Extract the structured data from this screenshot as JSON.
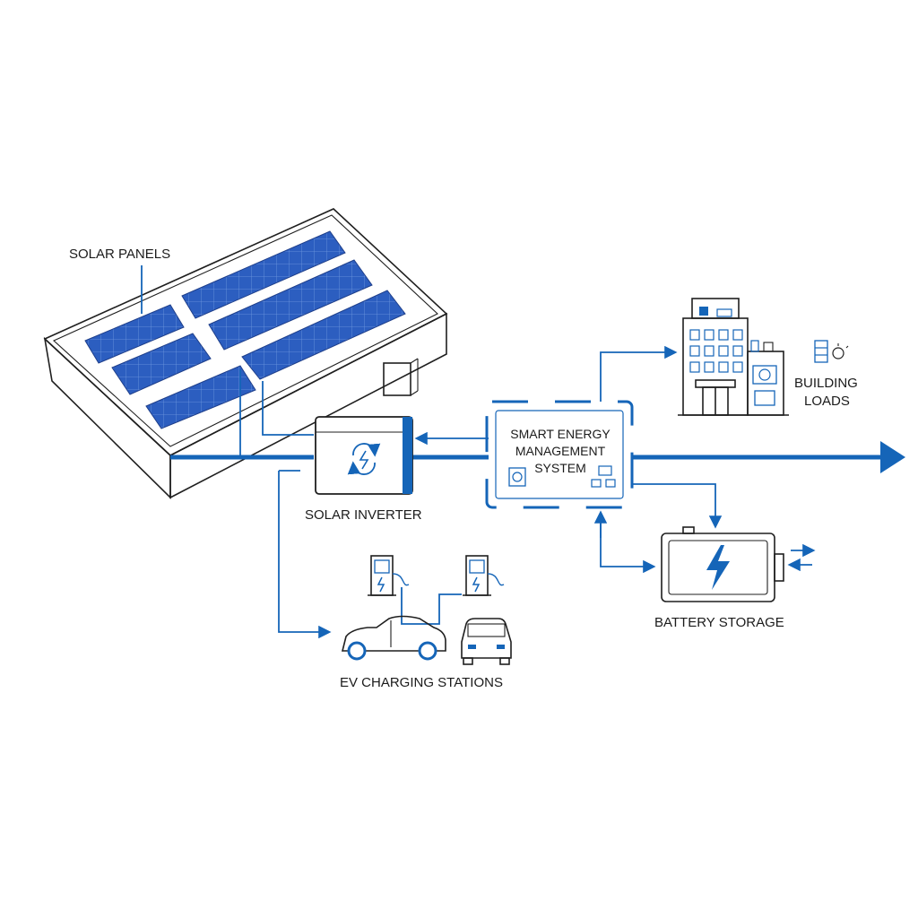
{
  "labels": {
    "solar_panels": "SOLAR PANELS",
    "solar_inverter": "SOLAR INVERTER",
    "sems_line1": "SMART ENERGY",
    "sems_line2": "MANAGEMENT",
    "sems_line3": "SYSTEM",
    "building_line1": "BUILDING",
    "building_line2": "LOADS",
    "battery_storage": "BATTERY STORAGE",
    "ev_charging": "EV CHARGING STATIONS"
  },
  "colors": {
    "accent": "#1565b8",
    "panel": "#2f62c4",
    "outline": "#1f1f1f",
    "background": "#ffffff"
  },
  "icons": [
    "solar-panel-icon",
    "inverter-cycle-icon",
    "building-icon",
    "battery-bolt-icon",
    "ev-charger-icon",
    "car-icon",
    "grid-arrow-icon"
  ]
}
